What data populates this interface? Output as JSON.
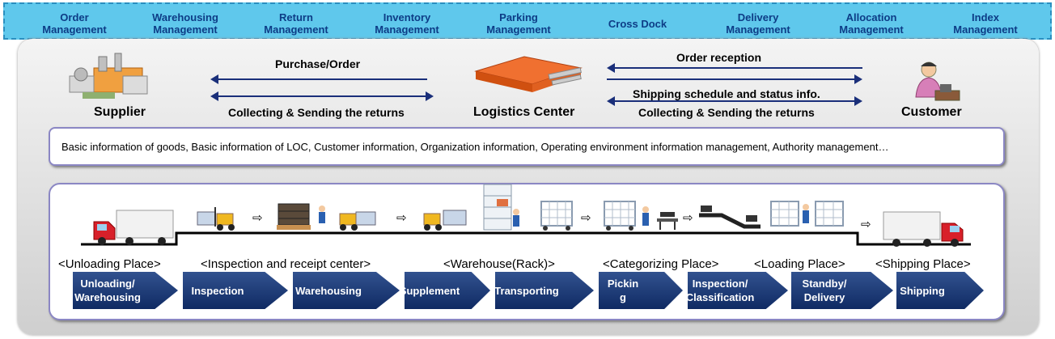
{
  "banner": {
    "tabs": [
      {
        "line1": "Order",
        "line2": "Management"
      },
      {
        "line1": "Warehousing",
        "line2": "Management"
      },
      {
        "line1": "Return",
        "line2": "Management"
      },
      {
        "line1": "Inventory",
        "line2": "Management"
      },
      {
        "line1": "Parking",
        "line2": "Management"
      },
      {
        "line1": "Cross Dock",
        "line2": ""
      },
      {
        "line1": "Delivery",
        "line2": "Management"
      },
      {
        "line1": "Allocation",
        "line2": "Management"
      },
      {
        "line1": "Index",
        "line2": "Management"
      }
    ]
  },
  "parties": {
    "supplier": "Supplier",
    "center": "Logistics Center",
    "customer": "Customer"
  },
  "flows": {
    "purchase_order": "Purchase/Order",
    "returns_left": "Collecting & Sending the returns",
    "order_reception": "Order reception",
    "shipping_schedule": "Shipping schedule and status info.",
    "returns_right": "Collecting & Sending the returns"
  },
  "info": {
    "text": "Basic information of goods, Basic information of LOC, Customer information, Organization information, Operating environment information management, Authority management…"
  },
  "places": {
    "unloading": "<Unloading Place>",
    "inspection": "<Inspection and receipt center>",
    "warehouse": "<Warehouse(Rack)>",
    "categorizing": "<Categorizing Place>",
    "loading": "<Loading Place>",
    "shipping": "<Shipping Place>"
  },
  "steps": [
    {
      "line1": "Unloading/",
      "line2": "Warehousing"
    },
    {
      "line1": "Inspection",
      "line2": ""
    },
    {
      "line1": "Warehousing",
      "line2": ""
    },
    {
      "line1": "Supplement",
      "line2": ""
    },
    {
      "line1": "Transporting",
      "line2": ""
    },
    {
      "line1": "Pickin",
      "line2": "g"
    },
    {
      "line1": "Inspection/",
      "line2": "Classification"
    },
    {
      "line1": "Standby/",
      "line2": "Delivery"
    },
    {
      "line1": "Shipping",
      "line2": ""
    }
  ],
  "colors": {
    "banner_bg": "#5fc8ec",
    "tab_text": "#0d3c86",
    "arrow": "#1a2f7a",
    "step_bg": "#1f3d7a",
    "box_border": "#8b87c4"
  },
  "icons": [
    "factory-icon",
    "warehouse-building-icon",
    "operator-icon",
    "truck-icon",
    "forklift-icon",
    "pallet-icon",
    "worker-icon",
    "rack-icon",
    "cage-cart-icon",
    "scale-icon",
    "conveyor-icon"
  ]
}
